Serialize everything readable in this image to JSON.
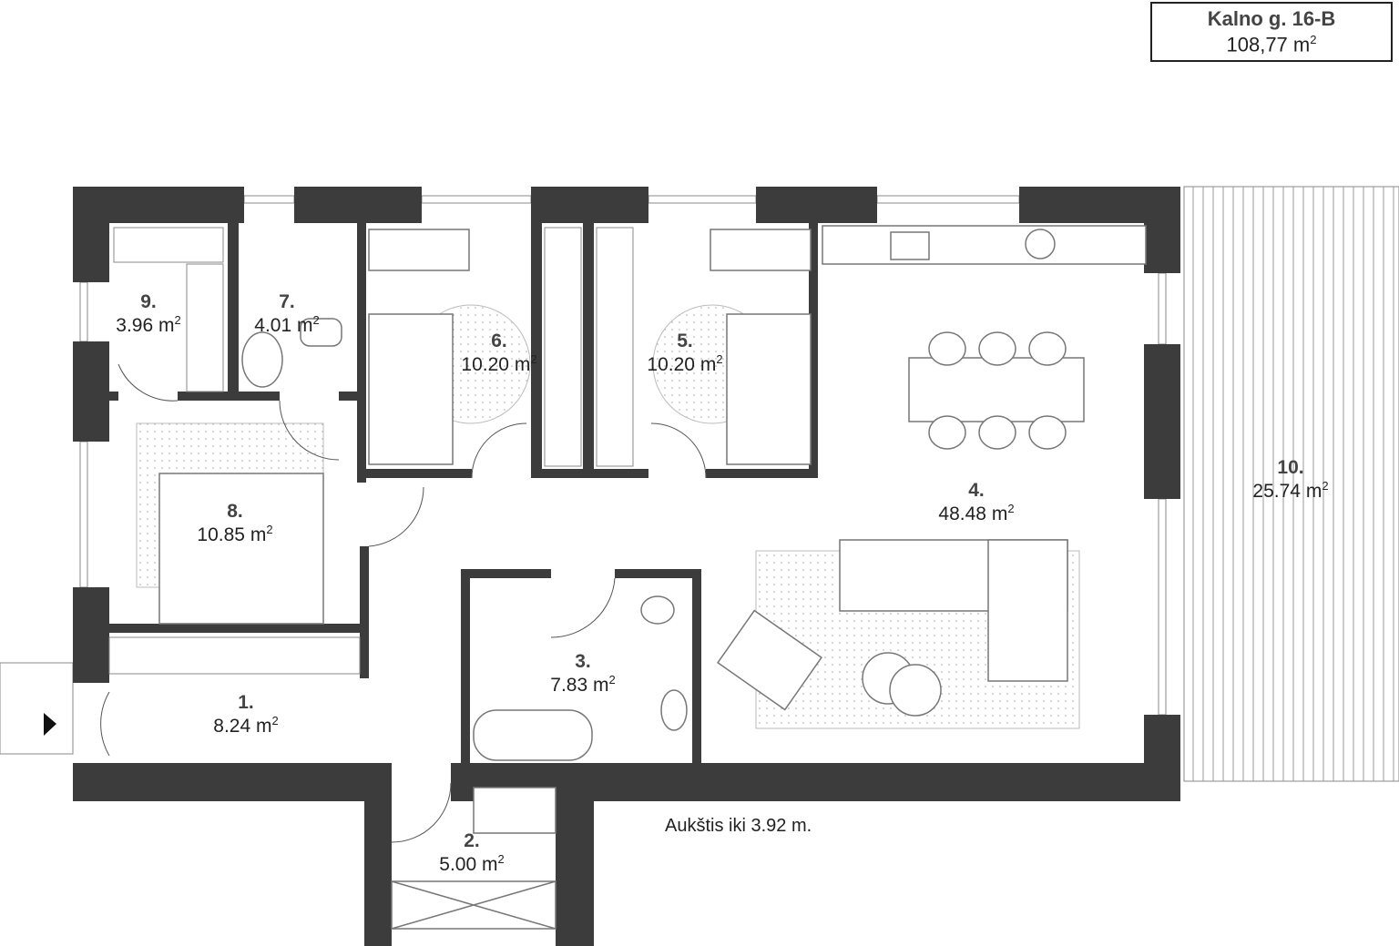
{
  "header": {
    "address": "Kalno g. 16-B",
    "total_area": "108,77",
    "unit": "m",
    "unit_exp": "2"
  },
  "rooms": [
    {
      "num": "1.",
      "area": "8.24"
    },
    {
      "num": "2.",
      "area": "5.00"
    },
    {
      "num": "3.",
      "area": "7.83"
    },
    {
      "num": "4.",
      "area": "48.48"
    },
    {
      "num": "5.",
      "area": "10.20"
    },
    {
      "num": "6.",
      "area": "10.20"
    },
    {
      "num": "7.",
      "area": "4.01"
    },
    {
      "num": "8.",
      "area": "10.85"
    },
    {
      "num": "9.",
      "area": "3.96"
    },
    {
      "num": "10.",
      "area": "25.74"
    }
  ],
  "unit": "m",
  "unit_exp": "2",
  "height_note": "Aukštis iki 3.92 m.",
  "colors": {
    "wall": "#3c3c3c",
    "line": "#777777",
    "text": "#222222"
  }
}
